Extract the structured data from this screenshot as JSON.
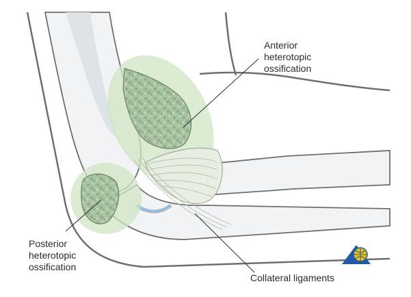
{
  "labels": {
    "anterior": [
      "Anterior",
      "heterotopic",
      "ossification"
    ],
    "posterior": [
      "Posterior",
      "heterotopic",
      "ossification"
    ],
    "collateral": "Collateral ligaments"
  },
  "colors": {
    "outline": "#6e6e6e",
    "bone_fill": "#f1f3f4",
    "bone_shade": "#dde3e6",
    "ossification_halo": "#cfe6c4",
    "ossification_fill": "#a9c3a3",
    "ossification_speckle": "#7f9a7c",
    "ligament": "#e8eee2",
    "ligament_line": "#9aa896",
    "logo_blue": "#1f5aa8",
    "logo_yellow": "#f2c200"
  },
  "icons": {
    "logo": "globe-triangle-logo"
  }
}
